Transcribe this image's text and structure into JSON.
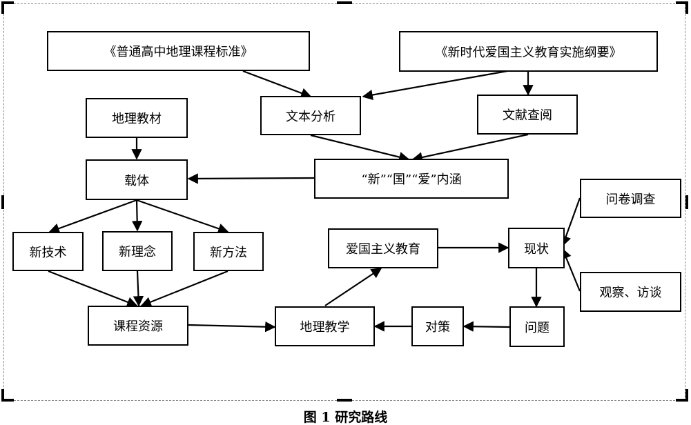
{
  "nodes": {
    "standard": "《普通高中地理课程标准》",
    "outline": "《新时代爱国主义教育实施纲要》",
    "text_analysis": "文本分析",
    "literature": "文献查阅",
    "textbook": "地理教材",
    "carrier": "载体",
    "connotation": "“新”“国”“爱”内涵",
    "new_tech": "新技术",
    "new_idea": "新理念",
    "new_method": "新方法",
    "patriotic_edu": "爱国主义教育",
    "status": "现状",
    "questionnaire": "问卷调查",
    "observe_interview": "观察、访谈",
    "course_resources": "课程资源",
    "geo_teaching": "地理教学",
    "countermeasures": "对策",
    "problems": "问题"
  },
  "caption": "图 1  研究路线"
}
